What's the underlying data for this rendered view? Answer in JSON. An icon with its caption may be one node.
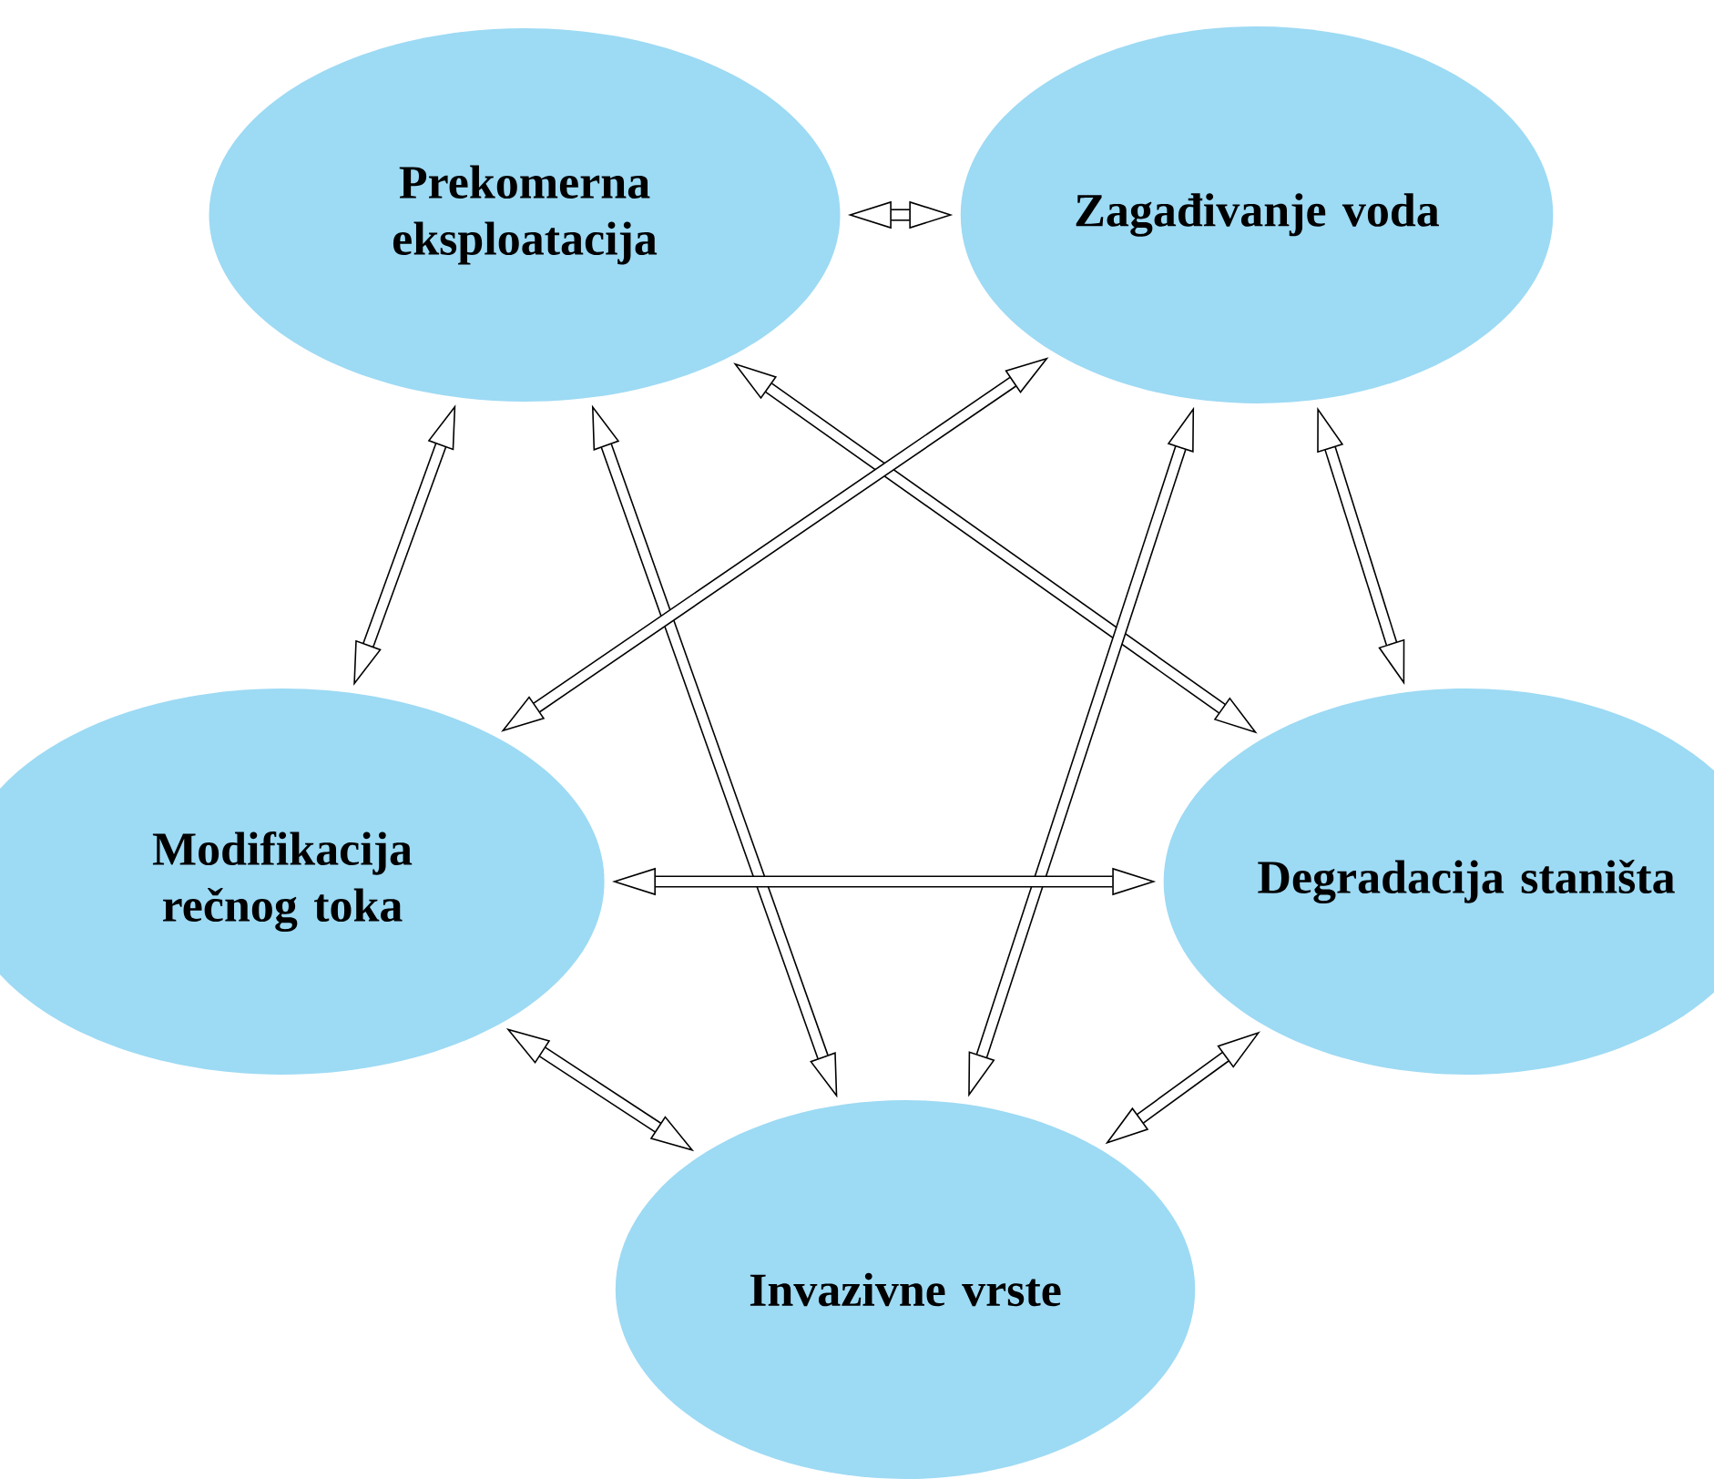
{
  "diagram": {
    "nodes": [
      {
        "text": [
          "Prekomerna eksploatacija"
        ]
      },
      {
        "text": [
          "Zagađivanje voda"
        ]
      },
      {
        "text": [
          "Modifikacija rečnog toka"
        ]
      },
      {
        "text": [
          "Degradacija staništa"
        ]
      },
      {
        "text": [
          "Invazivne vrste"
        ]
      }
    ],
    "edges": [
      {
        "from": 0,
        "to": 1,
        "arrow": "both"
      },
      {
        "from": 0,
        "to": 2,
        "arrow": "both"
      },
      {
        "from": 0,
        "to": 4,
        "arrow": "both"
      },
      {
        "from": 0,
        "to": 3,
        "arrow": "both"
      },
      {
        "from": 1,
        "to": 2,
        "arrow": "both"
      },
      {
        "from": 1,
        "to": 4,
        "arrow": "both"
      },
      {
        "from": 1,
        "to": 3,
        "arrow": "both"
      },
      {
        "from": 2,
        "to": 3,
        "arrow": "both"
      },
      {
        "from": 2,
        "to": 4,
        "arrow": "both"
      },
      {
        "from": 3,
        "to": 4,
        "arrow": "both"
      }
    ]
  }
}
